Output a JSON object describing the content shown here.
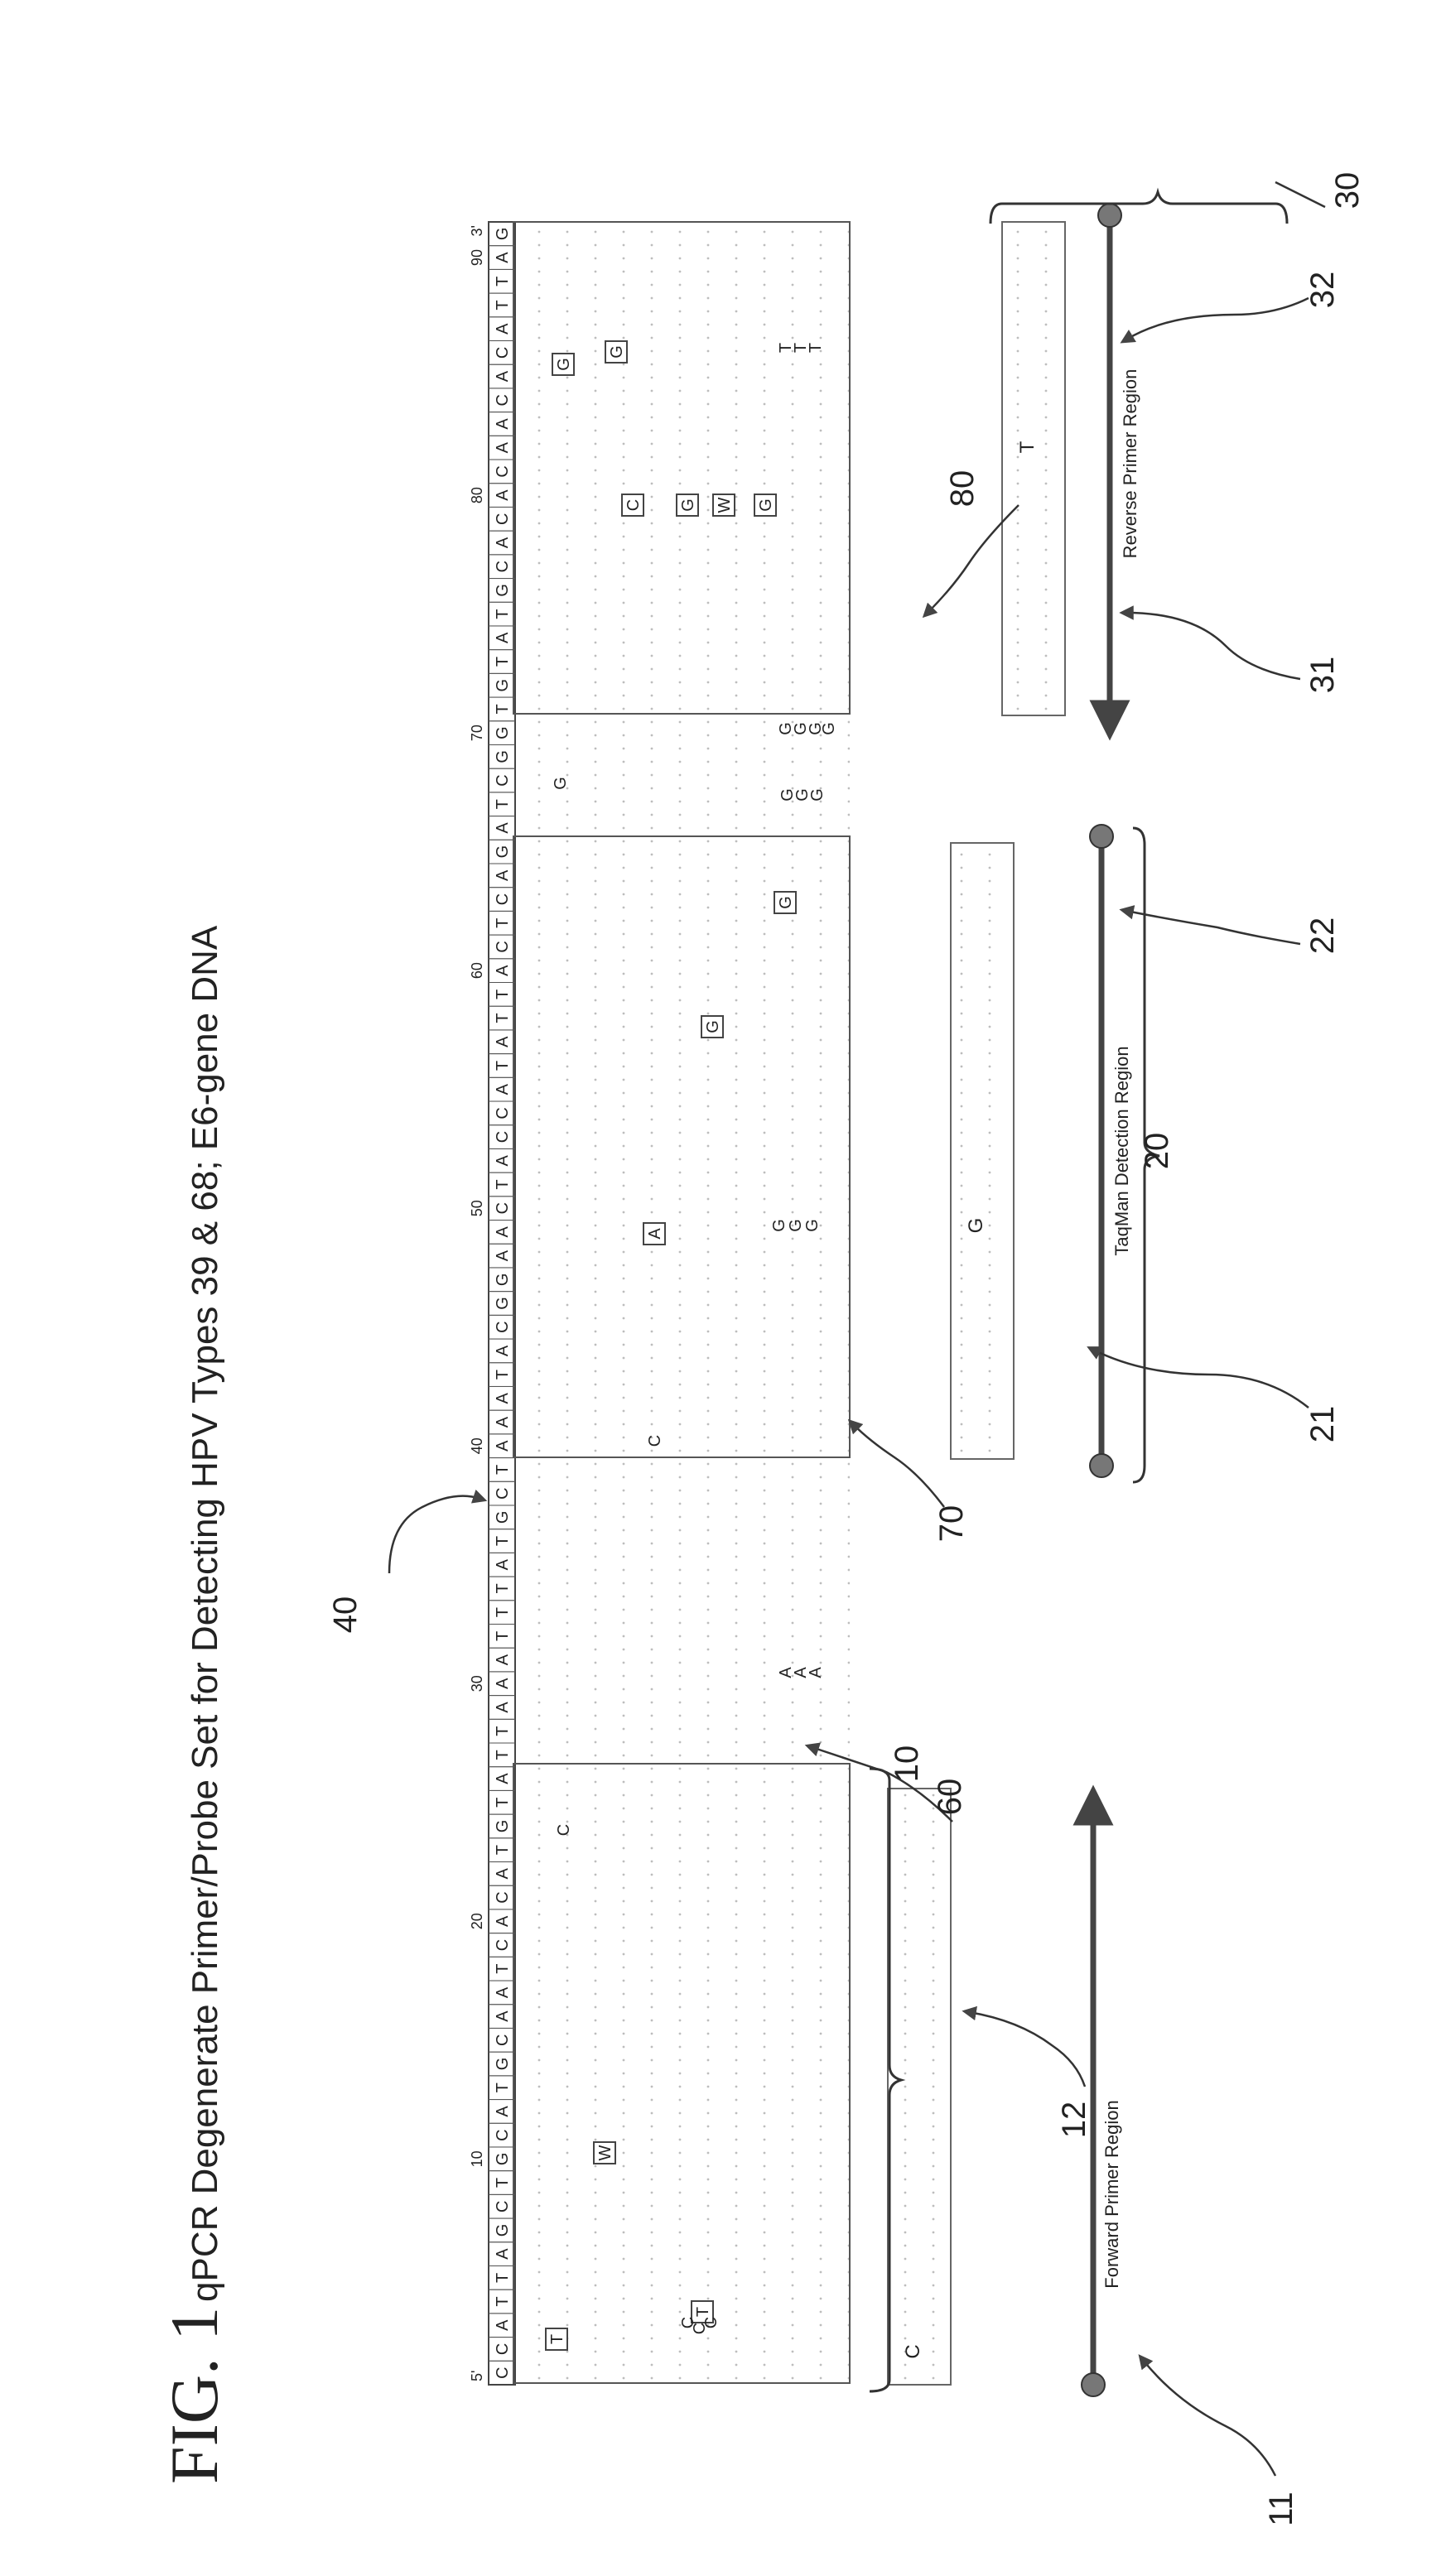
{
  "figure": {
    "fig_label": "FIG. 1",
    "title": "qPCR Degenerate Primer/Probe Set for Detecting HPV Types 39 & 68; E6-gene DNA"
  },
  "sequence": {
    "bases": [
      "C",
      "C",
      "A",
      "T",
      "T",
      "A",
      "G",
      "C",
      "T",
      "G",
      "C",
      "A",
      "T",
      "G",
      "C",
      "A",
      "A",
      "T",
      "C",
      "A",
      "C",
      "A",
      "T",
      "G",
      "T",
      "A",
      "T",
      "T",
      "A",
      "A",
      "A",
      "T",
      "T",
      "T",
      "A",
      "T",
      "G",
      "C",
      "T",
      "A",
      "A",
      "A",
      "T",
      "A",
      "C",
      "G",
      "G",
      "A",
      "A",
      "C",
      "T",
      "A",
      "C",
      "C",
      "A",
      "T",
      "A",
      "T",
      "T",
      "A",
      "C",
      "T",
      "C",
      "A",
      "G",
      "A",
      "T",
      "C",
      "G",
      "G",
      "T",
      "G",
      "T",
      "A",
      "T",
      "G",
      "C",
      "A",
      "C",
      "A",
      "C",
      "A",
      "A",
      "C",
      "A",
      "C",
      "A",
      "T",
      "T",
      "A",
      "G"
    ],
    "five_prime": "5'",
    "three_prime": "3'",
    "ticks": [
      "10",
      "20",
      "30",
      "40",
      "50",
      "60",
      "70",
      "80",
      "90"
    ]
  },
  "regions": {
    "forward": {
      "label": "Forward Primer Region",
      "base_above": "C"
    },
    "probe": {
      "label": "TaqMan Detection Region",
      "base_above": "G"
    },
    "reverse": {
      "label": "Reverse Primer Region",
      "base_above": "T"
    }
  },
  "variants": {
    "boxed": [
      "T",
      "W",
      "T",
      "A",
      "G",
      "G",
      "C",
      "G",
      "W",
      "G",
      "G",
      "G"
    ],
    "plain": [
      "C",
      "C",
      "C",
      "C",
      "C",
      "A",
      "A",
      "A",
      "G",
      "G",
      "G",
      "G",
      "G",
      "G",
      "G",
      "G",
      "G",
      "G",
      "G",
      "T",
      "T",
      "T"
    ]
  },
  "reference_numerals": [
    "10",
    "11",
    "12",
    "20",
    "21",
    "22",
    "30",
    "31",
    "32",
    "40",
    "60",
    "70",
    "80"
  ]
}
